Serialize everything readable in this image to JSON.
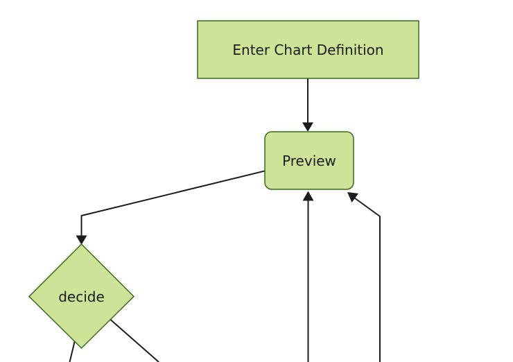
{
  "diagram": {
    "type": "flowchart",
    "direction": "top-down",
    "background_color": "#ffffff",
    "theme": {
      "node_fill": "#cde498",
      "node_stroke": "#3a681f",
      "edge_color": "#1c1c1c",
      "text_color": "#1b1b1b"
    },
    "nodes": [
      {
        "id": "enter-chart-definition",
        "label": "Enter Chart Definition",
        "shape": "rectangle"
      },
      {
        "id": "preview",
        "label": "Preview",
        "shape": "rounded-rectangle"
      },
      {
        "id": "decide",
        "label": "decide",
        "shape": "diamond"
      }
    ],
    "edges": [
      {
        "from": "enter-chart-definition",
        "to": "preview",
        "arrow": true
      },
      {
        "from": "preview",
        "to": "decide",
        "arrow": true
      },
      {
        "from": "offscreen-bottom",
        "to": "preview",
        "arrow": true
      },
      {
        "from": "offscreen-bottom-right",
        "to": "preview",
        "arrow": true
      },
      {
        "from": "decide",
        "to": "offscreen-bottom-left",
        "arrow": false,
        "note": "cut off by frame"
      },
      {
        "from": "decide",
        "to": "offscreen-bottom-right",
        "arrow": false,
        "note": "cut off by frame"
      }
    ]
  }
}
